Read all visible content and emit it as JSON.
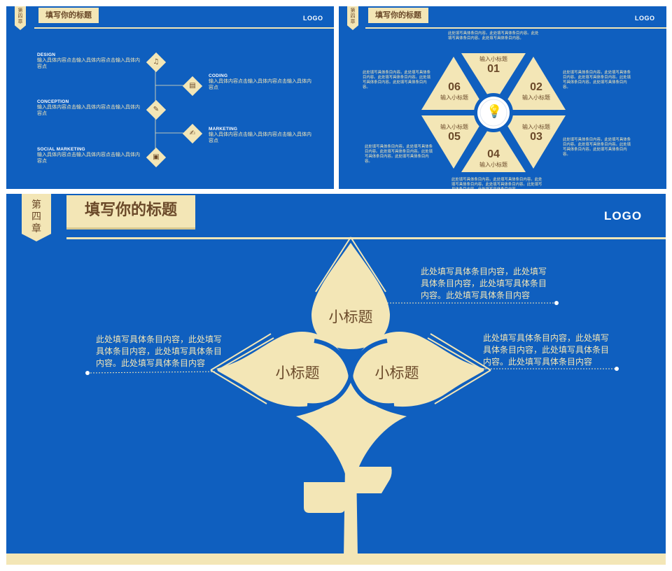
{
  "common": {
    "chapter": "第四章",
    "title": "填写你的标题",
    "logo": "LOGO"
  },
  "slide1": {
    "items": [
      {
        "heading": "DESIGN",
        "text": "输入具体内容点击输入具体内容点击输入具体内容点"
      },
      {
        "heading": "CODING",
        "text": "输入具体内容点击输入具体内容点击输入具体内容点"
      },
      {
        "heading": "CONCEPTION",
        "text": "输入具体内容点击输入具体内容点击输入具体内容点"
      },
      {
        "heading": "MARKETING",
        "text": "输入具体内容点击输入具体内容点击输入具体内容点"
      },
      {
        "heading": "SOCIAL MARKETING",
        "text": "输入具体内容点击输入具体内容点击输入具体内容点"
      }
    ]
  },
  "slide2": {
    "segments": [
      {
        "num": "01",
        "label": "输入小标题"
      },
      {
        "num": "02",
        "label": "输入小标题"
      },
      {
        "num": "03",
        "label": "输入小标题"
      },
      {
        "num": "04",
        "label": "输入小标题"
      },
      {
        "num": "05",
        "label": "输入小标题"
      },
      {
        "num": "06",
        "label": "输入小标题"
      }
    ],
    "texts": {
      "top": "此处填写具体条目内容。此处填写具体条目内容。此处填写具体条目内容。此处填写具体条目内容。",
      "top_right": "此处填写具体条目内容。此处填写具体条目内容。此处填写具体条目内容。此处填写具体条目内容。此处填写具体条目内容。",
      "bottom_right": "此处填写具体条目内容。此处填写具体条目内容。此处填写具体条目内容。此处填写具体条目内容。此处填写具体条目内容。",
      "bottom": "此处填写具体条目内容。此处填写具体条目内容。此处填写具体条目内容。此处填写具体条目内容。此处填写具体条目内容。此处填写具体条目内容。",
      "bottom_left": "此处填写具体条目内容。此处填写具体条目内容。此处填写具体条目内容。此处填写具体条目内容。此处填写具体条目内容。",
      "top_left": "此处填写具体条目内容。此处填写具体条目内容。此处填写具体条目内容。此处填写具体条目内容。此处填写具体条目内容。"
    }
  },
  "slide3": {
    "petals": [
      "小标题",
      "小标题",
      "小标题"
    ],
    "text_top_right": "此处填写具体条目内容，此处填写具体条目内容，此处填写具体条目内容。此处填写具体条目内容",
    "text_left": "此处填写具体条目内容，此处填写具体条目内容，此处填写具体条目内容。此处填写具体条目内容",
    "text_right": "此处填写具体条目内容，此处填写具体条目内容，此处填写具体条目内容。此处填写具体条目内容"
  },
  "colors": {
    "background": "#0f5fbf",
    "accent": "#f3e6b6",
    "text_dark": "#6b4a2a"
  }
}
